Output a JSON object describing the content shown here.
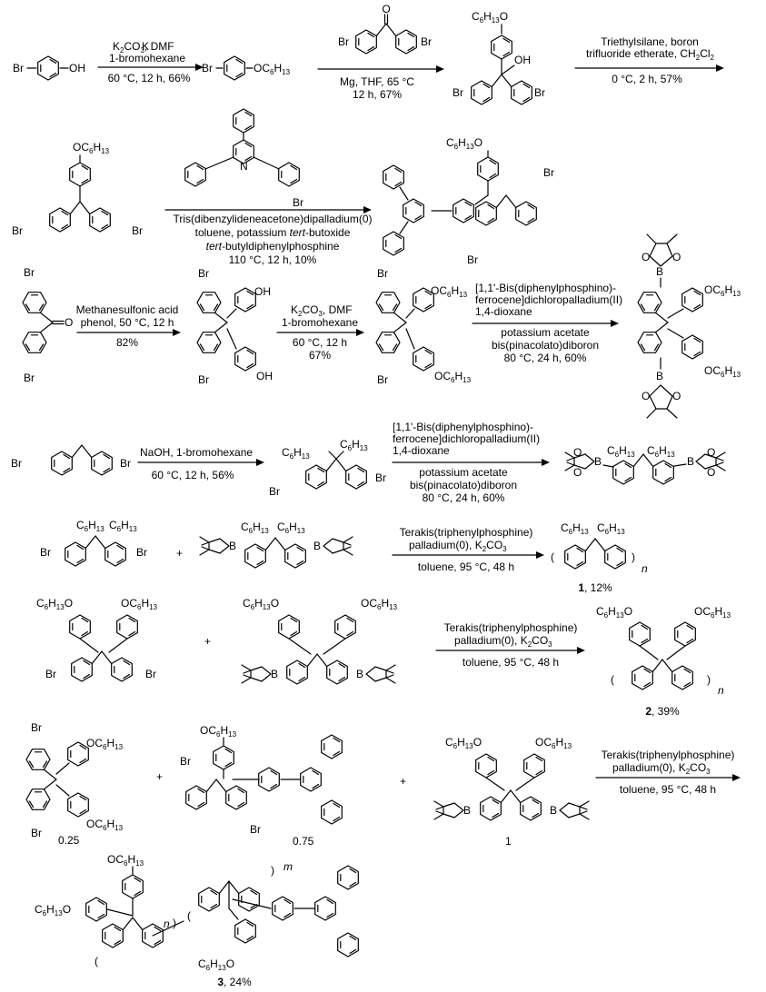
{
  "atoms": {
    "Br": "Br",
    "OH": "OH",
    "O": "O",
    "B": "B",
    "N": "N",
    "OC6H13": "OC",
    "C6H13O": "C",
    "C6H13": "C",
    "six": "6",
    "thirteen": "13",
    "H": "H",
    "plus": "+",
    "n": "n",
    "m": "m"
  },
  "steps": {
    "s1": {
      "l1": "K",
      "l1b": "CO",
      "l1c": ", DMF",
      "l2": "1-bromohexane",
      "l3": "60 °C, 12 h, 66%"
    },
    "s2": {
      "l1": "Mg, THF, 65 °C",
      "l2": "12 h, 67%"
    },
    "s3": {
      "l1": "Triethylsilane, boron",
      "l2": "trifluoride etherate, CH",
      "l2b": "Cl",
      "l3": "0 °C, 2 h, 57%"
    },
    "s4": {
      "l1": "Tris(dibenzylideneacetone)dipalladium(0)",
      "l2a": "toluene, potassium ",
      "l2b": "tert",
      "l2c": "-butoxide",
      "l3a": "tert",
      "l3b": "-butyldiphenylphosphine",
      "l4": "110 °C, 12 h, 10%"
    },
    "s5": {
      "l1": "Methanesulfonic acid",
      "l2": "phenol, 50 °C, 12 h",
      "l3": "82%"
    },
    "s6": {
      "l1": "K",
      "l1b": "CO",
      "l1c": ", DMF",
      "l2": "1-bromohexane",
      "l3": "60 °C, 12 h",
      "l4": "67%"
    },
    "s7": {
      "l1": "[1,1'-Bis(diphenylphosphino)-",
      "l2": "ferrocene]dichloropalladium(II)",
      "l3": "1,4-dioxane",
      "l4": "potassium acetate",
      "l5": "bis(pinacolato)diboron",
      "l6": "80 °C, 24 h, 60%"
    },
    "s8": {
      "l1": "NaOH, 1-bromohexane",
      "l2": "60 °C, 12 h, 56%"
    },
    "s9": {
      "l1": "[1,1'-Bis(diphenylphosphino)-",
      "l2": "ferrocene]dichloropalladium(II)",
      "l3": "1,4-dioxane",
      "l4": "potassium acetate",
      "l5": "bis(pinacolato)diboron",
      "l6": "80 °C, 24 h, 60%"
    },
    "s10": {
      "l1": "Terakis(triphenylphosphine)",
      "l2": "palladium(0), K",
      "l2b": "CO",
      "l3": "toluene, 95 °C, 48 h"
    },
    "s11": {
      "l1": "Terakis(triphenylphosphine)",
      "l2": "palladium(0), K",
      "l2b": "CO",
      "l3": "toluene, 95 °C, 48 h"
    },
    "s12": {
      "l1": "Terakis(triphenylphosphine)",
      "l2": "palladium(0), K",
      "l2b": "CO",
      "l3": "toluene, 95 °C, 48 h"
    }
  },
  "products": {
    "p1": {
      "num": "1",
      "yield": ", 12%"
    },
    "p2": {
      "num": "2",
      "yield": ", 39%"
    },
    "p3": {
      "num": "3",
      "yield": ", 24%"
    }
  },
  "ratios": {
    "r1": "0.25",
    "r2": "0.75",
    "r3": "1"
  }
}
